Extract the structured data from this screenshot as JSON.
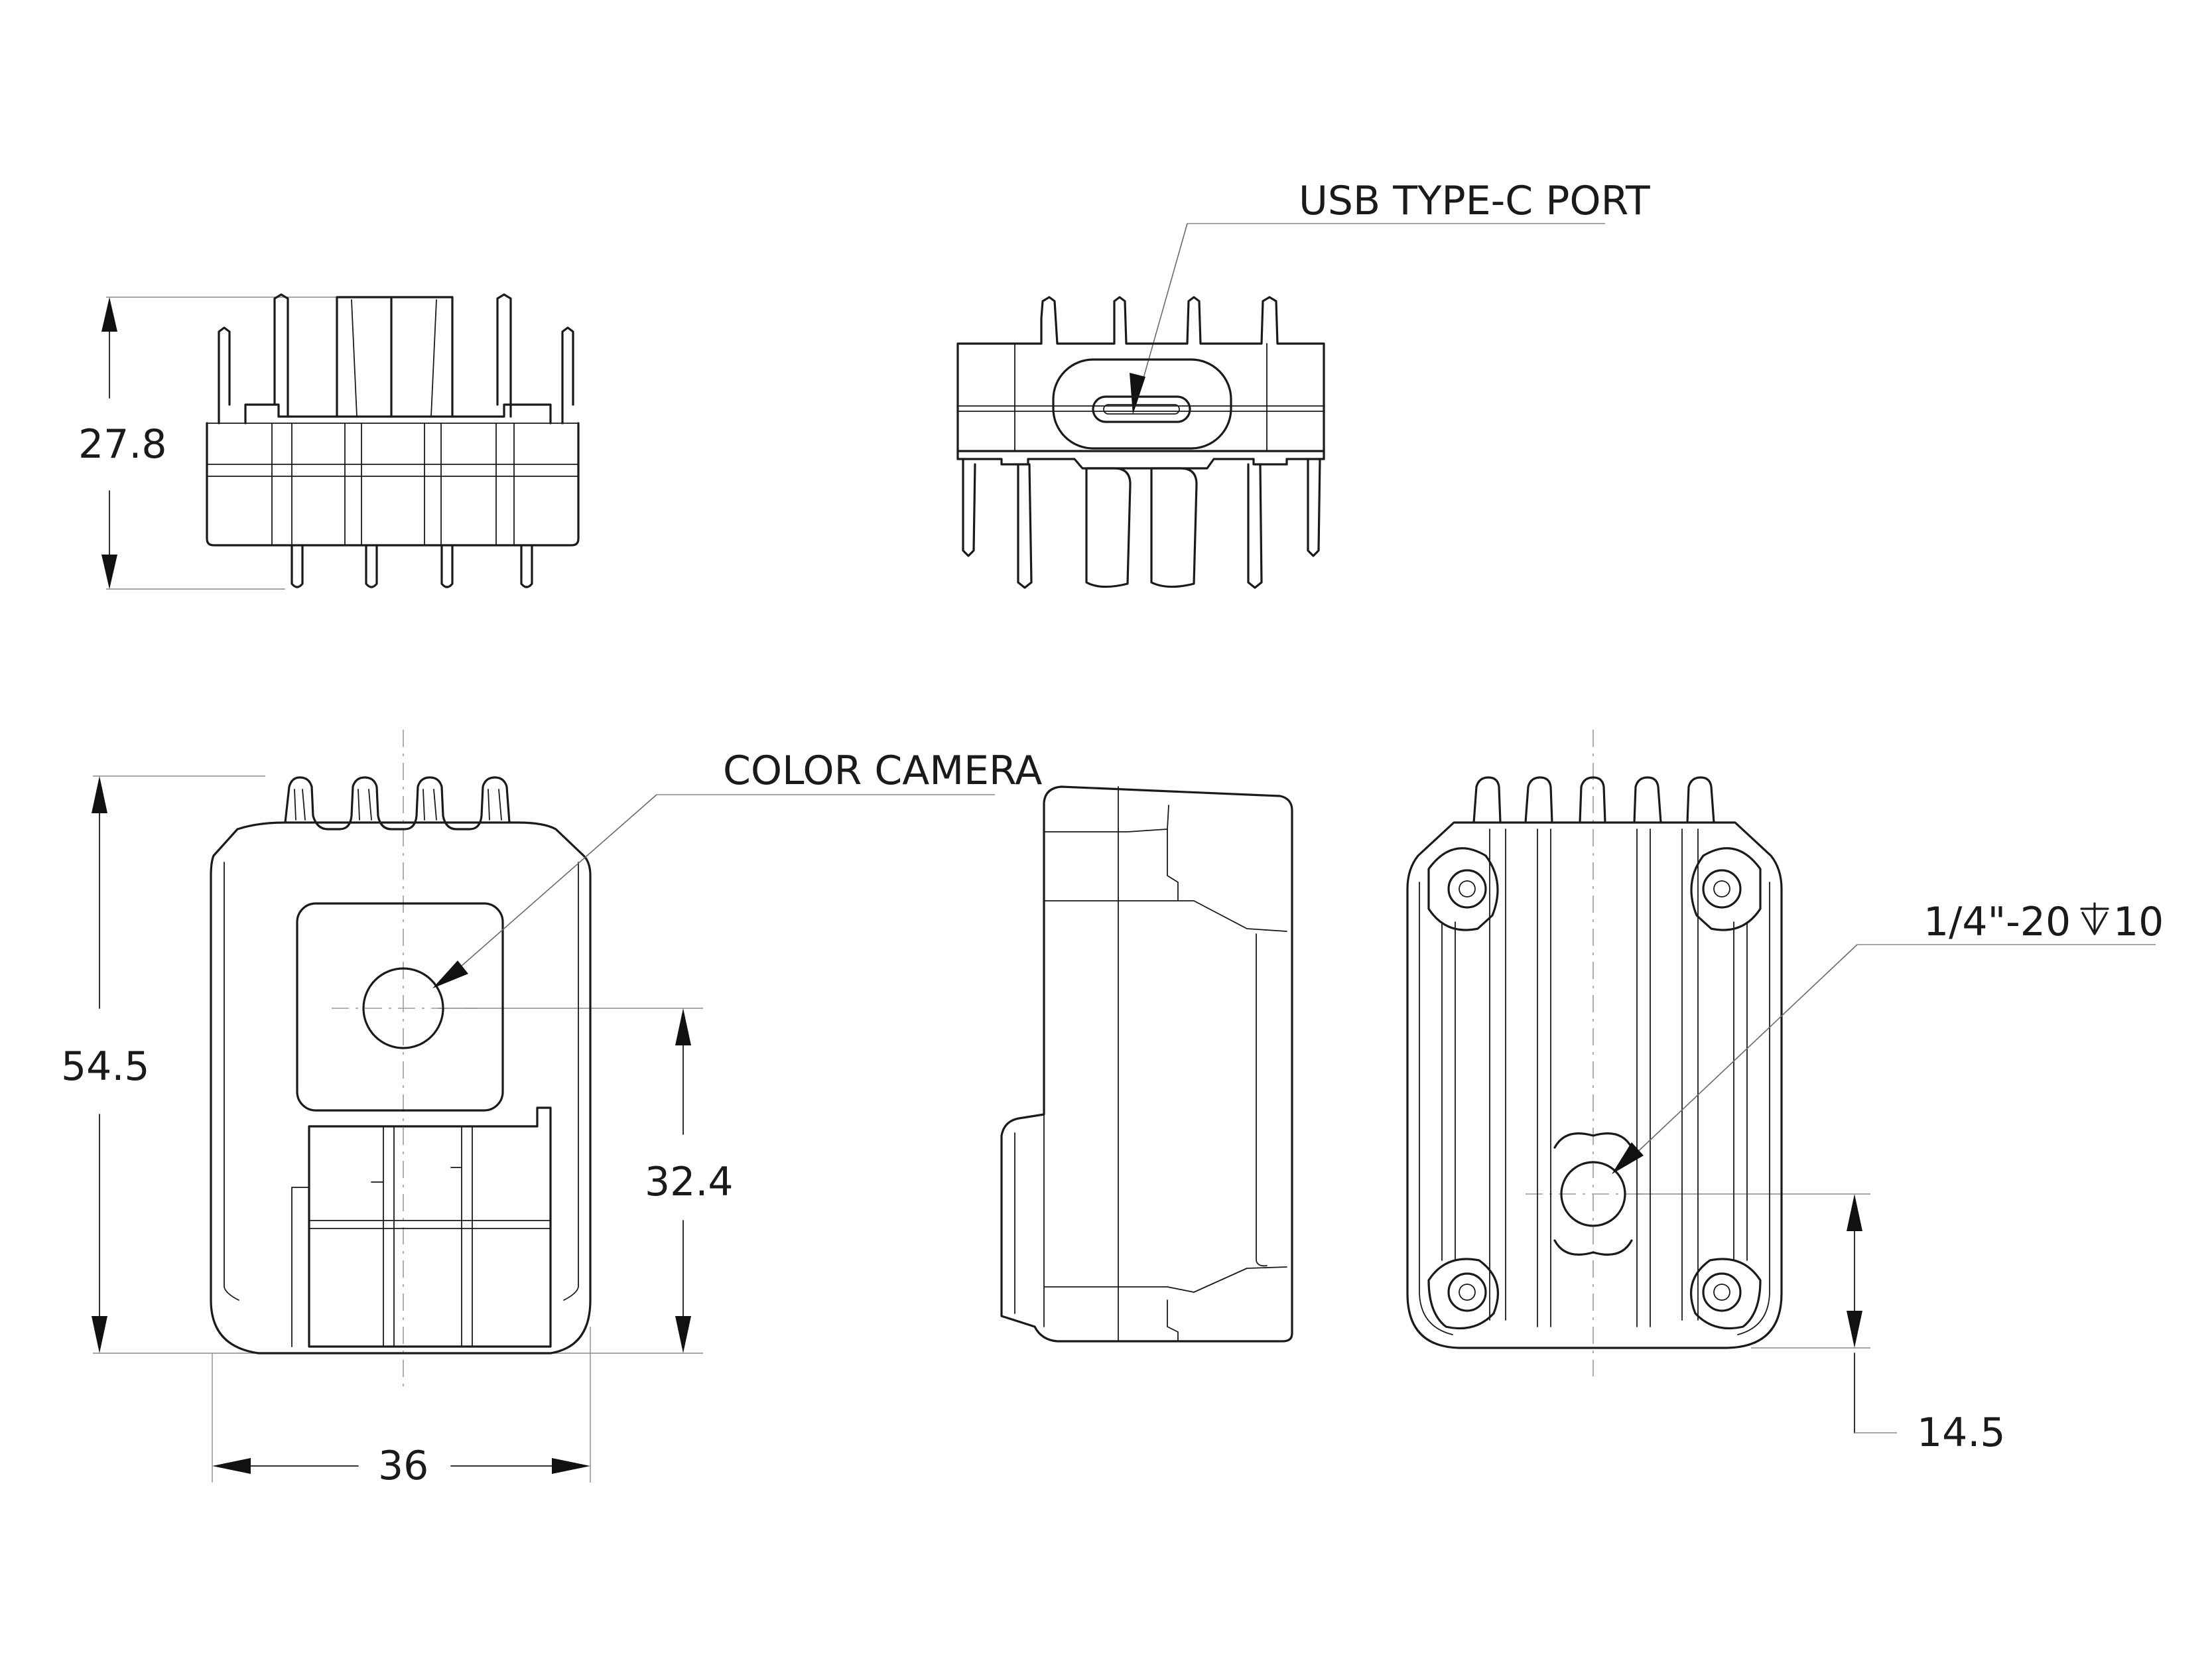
{
  "dimensions": {
    "side_height": "27.8",
    "front_height": "54.5",
    "front_width": "36",
    "camera_height": "32.4",
    "mount_offset": "14.5"
  },
  "callouts": {
    "usb_port": "USB TYPE-C PORT",
    "color_camera": "COLOR CAMERA",
    "tripod_mount": "1/4\"-20 ",
    "tripod_depth": "10"
  },
  "colors": {
    "line": "#1a1a1a",
    "background": "#ffffff"
  }
}
